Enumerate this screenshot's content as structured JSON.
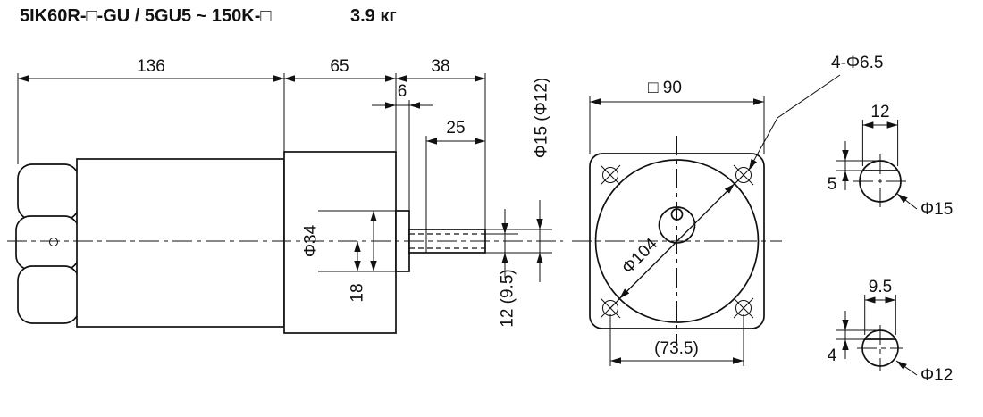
{
  "header": {
    "model": "5IK60R-□-GU / 5GU5 ~ 150K-□",
    "weight": "3.9 кг"
  },
  "side_view": {
    "motor_length": "136",
    "gearhead_length": "65",
    "shaft_length": "38",
    "boss_length": "6",
    "flat_length": "25",
    "boss_diameter": "Φ34",
    "boss_radius": "18",
    "shaft_diameter": "Φ15 (Φ12)",
    "flat_height": "12 (9.5)"
  },
  "front_view": {
    "frame_size": "□ 90",
    "mounting_holes": "4-Φ6.5",
    "pilot_diameter": "Φ104",
    "hole_spacing": "(73.5)"
  },
  "shaft_section_15": {
    "flat_width": "12",
    "flat_depth": "5",
    "diameter": "Φ15"
  },
  "shaft_section_12": {
    "flat_width": "9.5",
    "flat_depth": "4",
    "diameter": "Φ12"
  }
}
